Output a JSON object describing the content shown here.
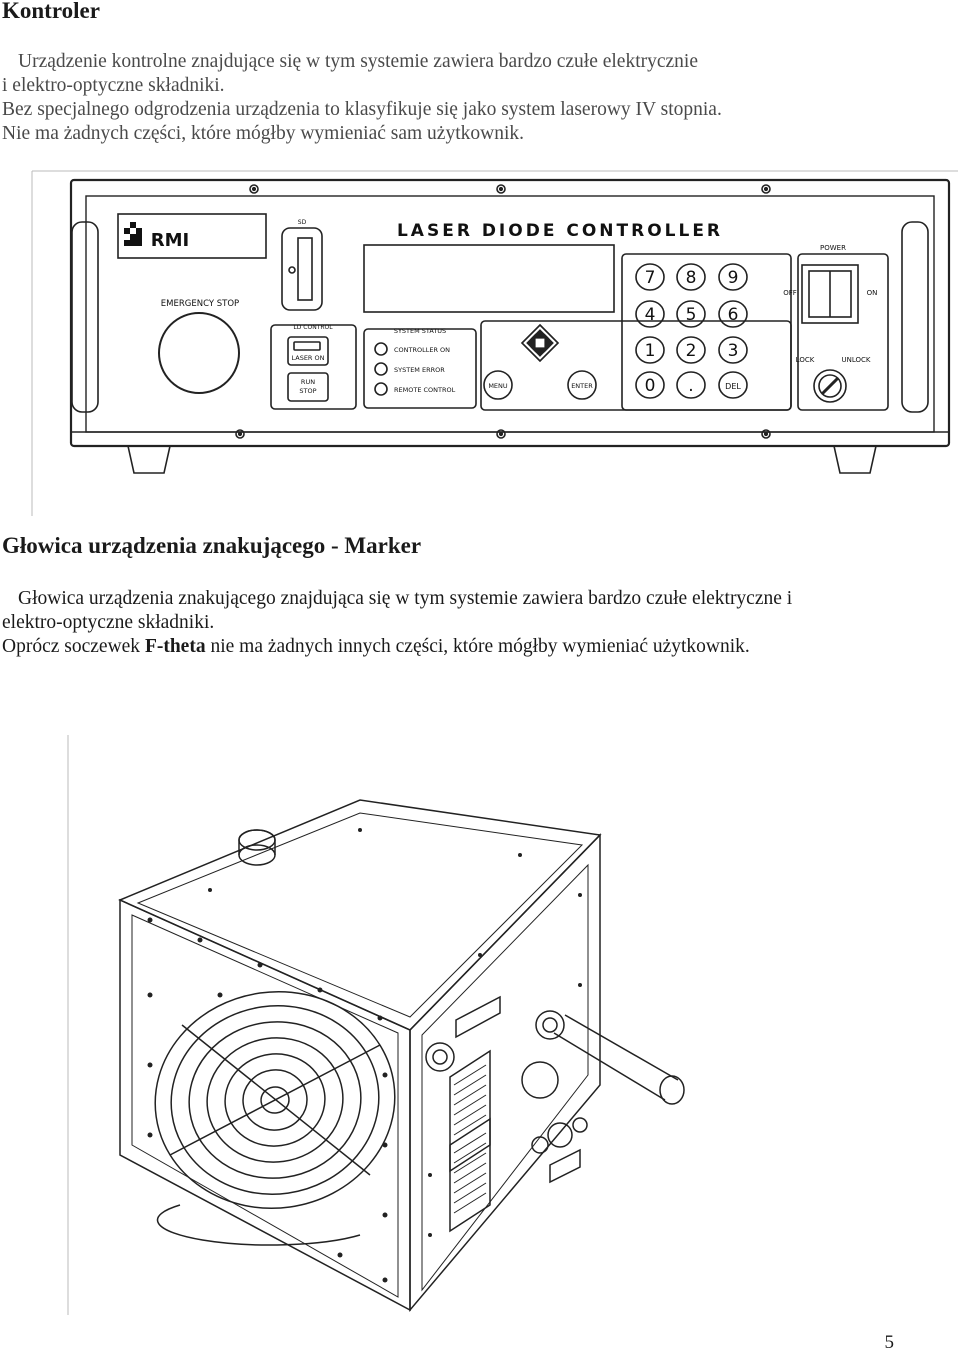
{
  "section1": {
    "title": "Kontroler",
    "lines": [
      "Urządzenie kontrolne znajdujące się w tym systemie zawiera bardzo czułe elektrycznie",
      "i elektro-optyczne składniki.",
      "Bez specjalnego odgrodzenia urządzenia to klasyfikuje się jako system laserowy IV stopnia.",
      "Nie ma żadnych części, które mógłby wymieniać sam użytkownik."
    ]
  },
  "controller": {
    "brand": "RMI",
    "title": "LASER DIODE CONTROLLER",
    "emergency_stop": "EMERGENCY STOP",
    "sd_label": "SD",
    "ld_control": "LD CONTROL",
    "laser_on": "LASER ON",
    "run_stop": [
      "RUN",
      "STOP"
    ],
    "system_status": "SYSTEM STATUS",
    "status_items": [
      "CONTROLLER ON",
      "SYSTEM ERROR",
      "REMOTE CONTROL"
    ],
    "menu": "MENU",
    "enter": "ENTER",
    "keys": [
      "7",
      "8",
      "9",
      "4",
      "5",
      "6",
      "1",
      "2",
      "3",
      "0",
      ".",
      "DEL"
    ],
    "power": "POWER",
    "off": "OFF",
    "on": "ON",
    "lock": "LOCK",
    "unlock": "UNLOCK"
  },
  "section2": {
    "title": "Głowica urządzenia znakującego - Marker",
    "lines": [
      "Głowica urządzenia znakującego znajdująca się w tym systemie zawiera bardzo czułe elektryczne i",
      "elektro-optyczne składniki."
    ],
    "last_line_pre": "Oprócz soczewek ",
    "last_line_bold": "F-theta",
    "last_line_post": " nie ma żadnych innych części, które mógłby wymieniać użytkownik."
  },
  "page_number": "5"
}
